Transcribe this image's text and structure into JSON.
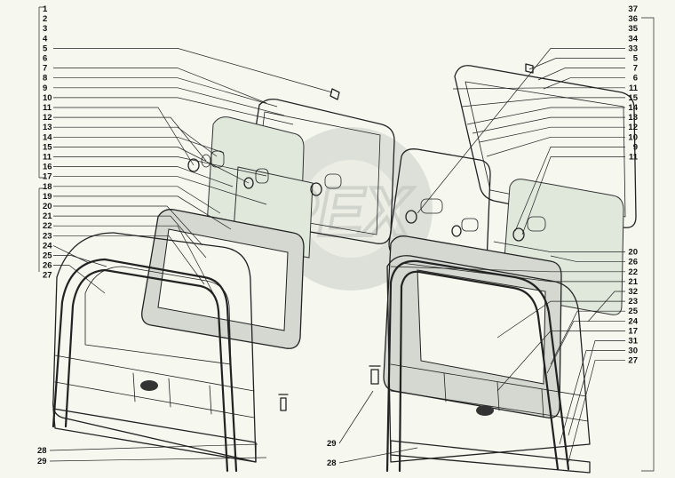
{
  "diagram": {
    "watermark_text": "OPEX",
    "labels_left": [
      "1",
      "2",
      "3",
      "4",
      "5",
      "6",
      "7",
      "8",
      "9",
      "10",
      "11",
      "12",
      "13",
      "14",
      "15",
      "11",
      "16",
      "17",
      "18",
      "19",
      "20",
      "21",
      "22",
      "23",
      "24",
      "25",
      "26",
      "27"
    ],
    "labels_right": [
      "37",
      "36",
      "35",
      "34",
      "33",
      "5",
      "7",
      "6",
      "11",
      "15",
      "14",
      "13",
      "12",
      "10",
      "9",
      "11",
      "20",
      "26",
      "22",
      "21",
      "32",
      "23",
      "25",
      "24",
      "17",
      "31",
      "30",
      "27"
    ],
    "labels_bottom_left": [
      "28",
      "29"
    ],
    "labels_bottom_center": [
      "29",
      "28"
    ],
    "colors": {
      "background": "#f6f7ef",
      "line": "#222222",
      "watermark": "#c9cdc6",
      "glass": "#dfe8db"
    }
  }
}
